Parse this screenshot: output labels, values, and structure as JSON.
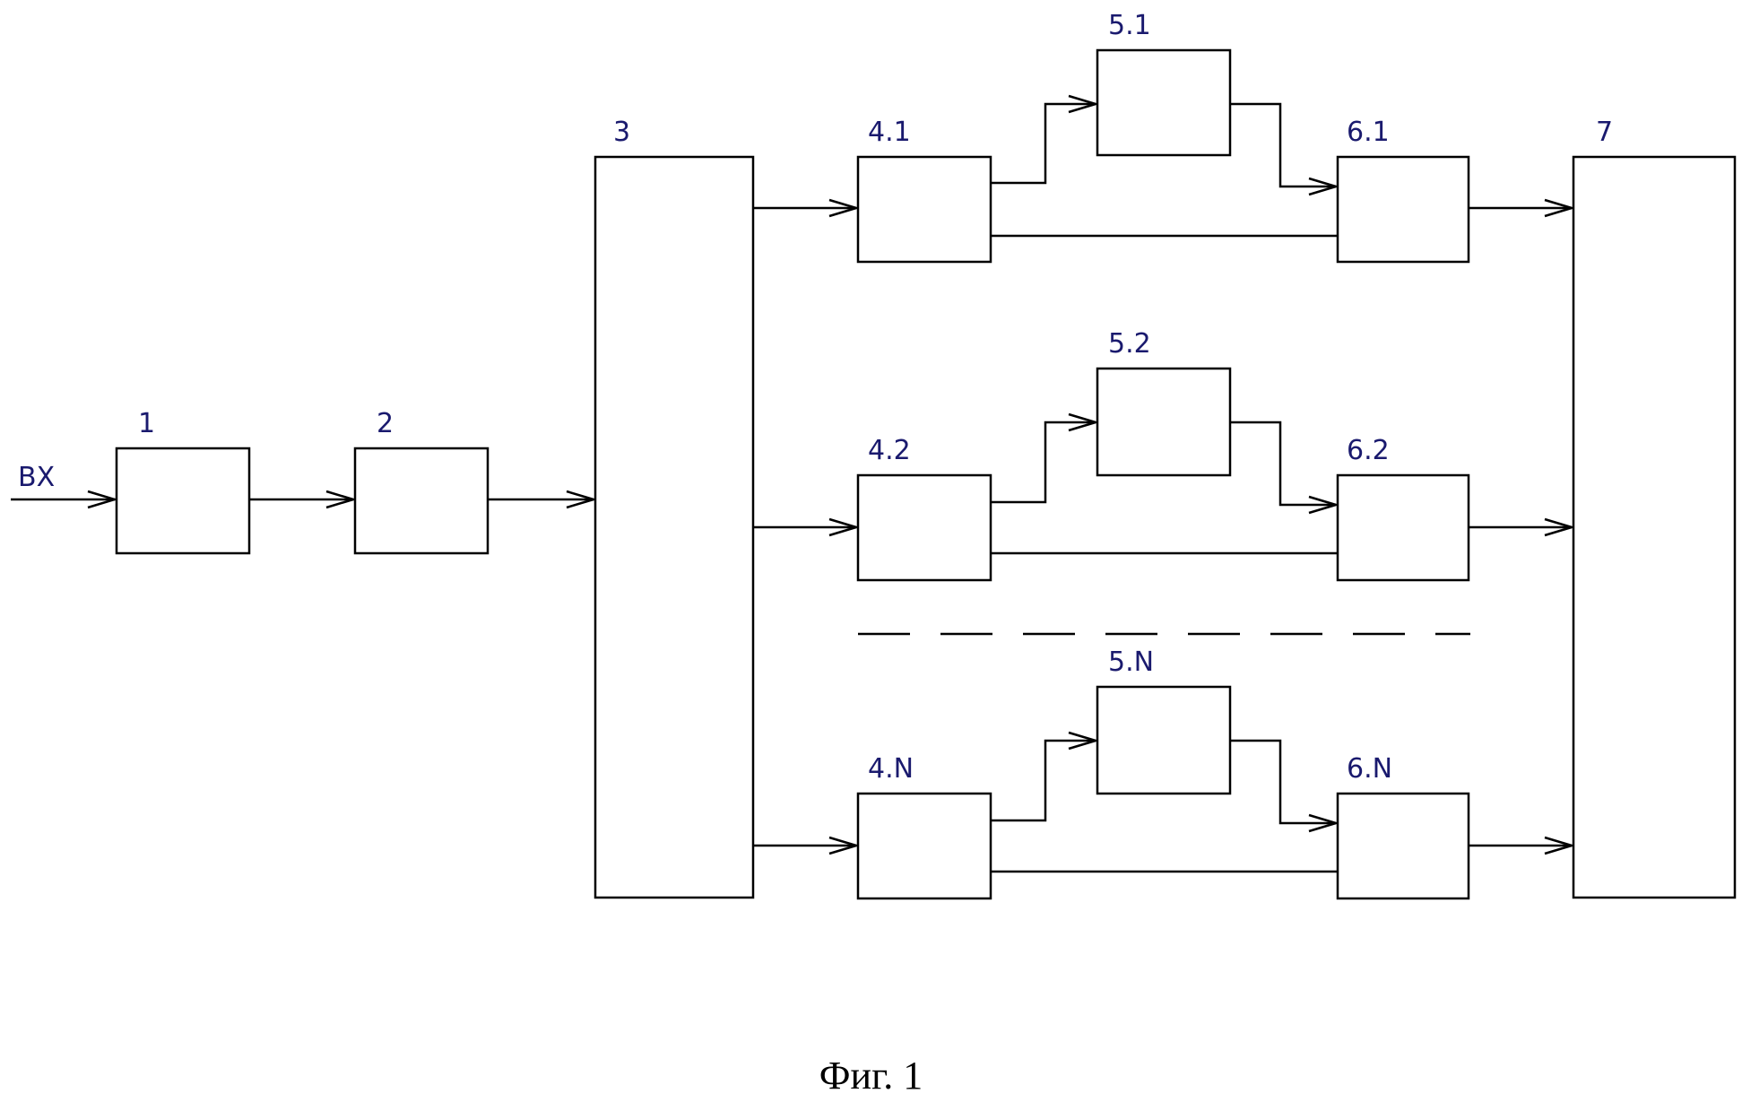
{
  "diagram": {
    "input_label": "ВХ",
    "colors": {
      "line": "#000000",
      "label": "#1a1a6e",
      "background": "#ffffff"
    },
    "blocks": {
      "b1": "1",
      "b2": "2",
      "b3": "3",
      "b4_1": "4.1",
      "b5_1": "5.1",
      "b6_1": "6.1",
      "b4_2": "4.2",
      "b5_2": "5.2",
      "b6_2": "6.2",
      "b4_n": "4.N",
      "b5_n": "5.N",
      "b6_n": "6.N",
      "b7": "7"
    },
    "caption": "Фиг. 1"
  }
}
